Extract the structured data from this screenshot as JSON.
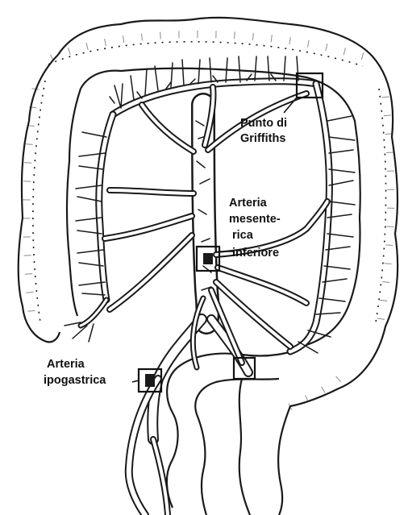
{
  "labels": {
    "griffiths_line1": "Punto di",
    "griffiths_line2": "Griffiths",
    "ima_line1": "Arteria",
    "ima_line2": "mesente-",
    "ima_line3": "rica",
    "ima_line4": "inferiore",
    "ipo_line1": "Arteria",
    "ipo_line2": "ipogastrica"
  }
}
